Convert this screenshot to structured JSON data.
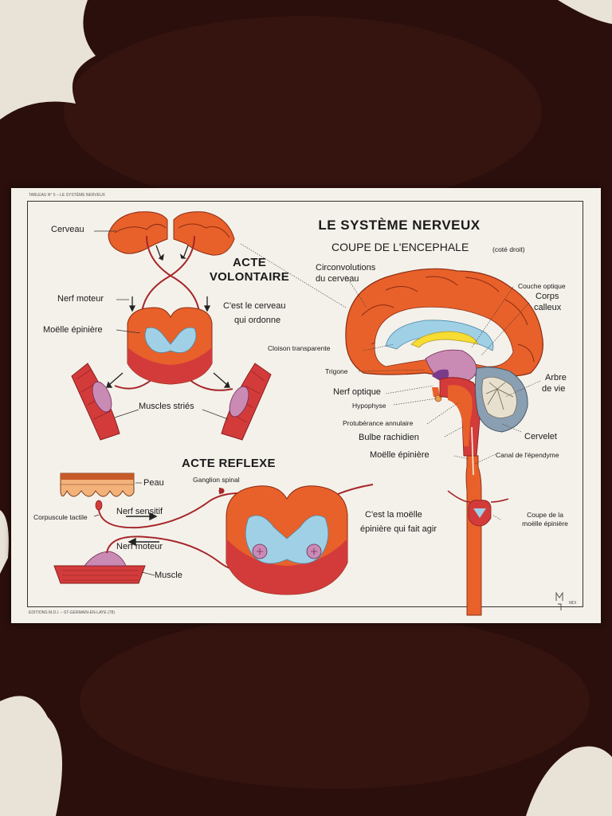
{
  "poster": {
    "top_left_header": "TABLEAU N° 5 – LE SYSTÈME NERVEUX",
    "title": "LE SYSTÈME NERVEUX",
    "subtitle": "COUPE DE L'ENCEPHALE",
    "subtitle_note": "(coté droit)",
    "acte_volontaire": {
      "line1": "ACTE",
      "line2": "VOLONTAIRE"
    },
    "acte_reflexe": "ACTE REFLEXE",
    "cerveau_ordonne": {
      "line1": "C'est le cerveau",
      "line2": "qui ordonne"
    },
    "moelle_agit": {
      "line1": "C'est la moëlle",
      "line2": "épinière  qui fait agir"
    },
    "footer_publisher": "EDITIONS M.D.I. – ST-GERMAIN-EN-LAYE (78)",
    "logo_text": "MDI"
  },
  "labels": {
    "cerveau": "Cerveau",
    "nerf_moteur_top": "Nerf moteur",
    "moelle_epiniere_top": "Moëlle épinière",
    "muscles_stries": "Muscles striés",
    "peau": "Peau",
    "corpuscule_tactile": "Corpuscule tactile",
    "ganglion_spinal": "Ganglion spinal",
    "nerf_sensitif": "Nerf sensitif",
    "nerf_moteur_bottom": "Nerf moteur",
    "muscle": "Muscle",
    "circonvolutions": {
      "line1": "Circonvolutions",
      "line2": "du cerveau"
    },
    "cloison_transparente": "Cloison transparente",
    "trigone": "Trigone",
    "nerf_optique": "Nerf optique",
    "hypophyse": "Hypophyse",
    "protuberance": "Protubérance annulaire",
    "bulbe_rachidien": "Bulbe rachidien",
    "moelle_epiniere_right": "Moëlle épinière",
    "couche_optique": "Couche optique",
    "corps_calleux": {
      "line1": "Corps",
      "line2": "calleux"
    },
    "arbre_de_vie": {
      "line1": "Arbre",
      "line2": "de vie"
    },
    "cervelet": "Cervelet",
    "canal_ependyme": "Canal de l'épendyme",
    "coupe_moelle": {
      "line1": "Coupe de la",
      "line2": "moëlle épinière"
    }
  },
  "colors": {
    "cortex_orange": "#e8612a",
    "muscle_red": "#d33b3b",
    "nerve_blue": "#9fd0e6",
    "corpus_yellow": "#f6dc33",
    "cerebellum_gray": "#8a9fb2",
    "paper": "#f4f1ea",
    "background_hide": "#2a0f0c"
  }
}
